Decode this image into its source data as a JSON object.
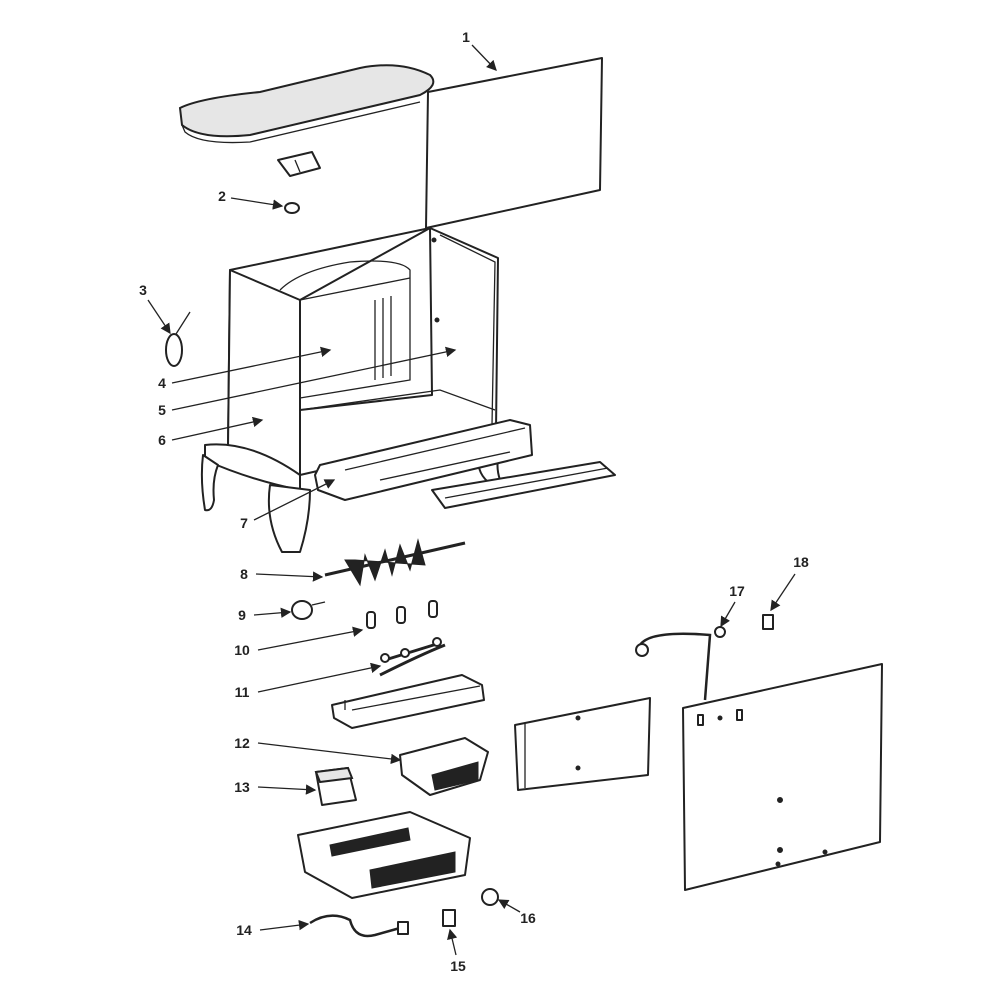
{
  "diagram": {
    "type": "exploded-parts-view",
    "callouts": [
      {
        "number": "1"
      },
      {
        "number": "2"
      },
      {
        "number": "3"
      },
      {
        "number": "4"
      },
      {
        "number": "5"
      },
      {
        "number": "6"
      },
      {
        "number": "7"
      },
      {
        "number": "8"
      },
      {
        "number": "9"
      },
      {
        "number": "10"
      },
      {
        "number": "11"
      },
      {
        "number": "12"
      },
      {
        "number": "13"
      },
      {
        "number": "14"
      },
      {
        "number": "15"
      },
      {
        "number": "16"
      },
      {
        "number": "17"
      },
      {
        "number": "18"
      }
    ]
  }
}
